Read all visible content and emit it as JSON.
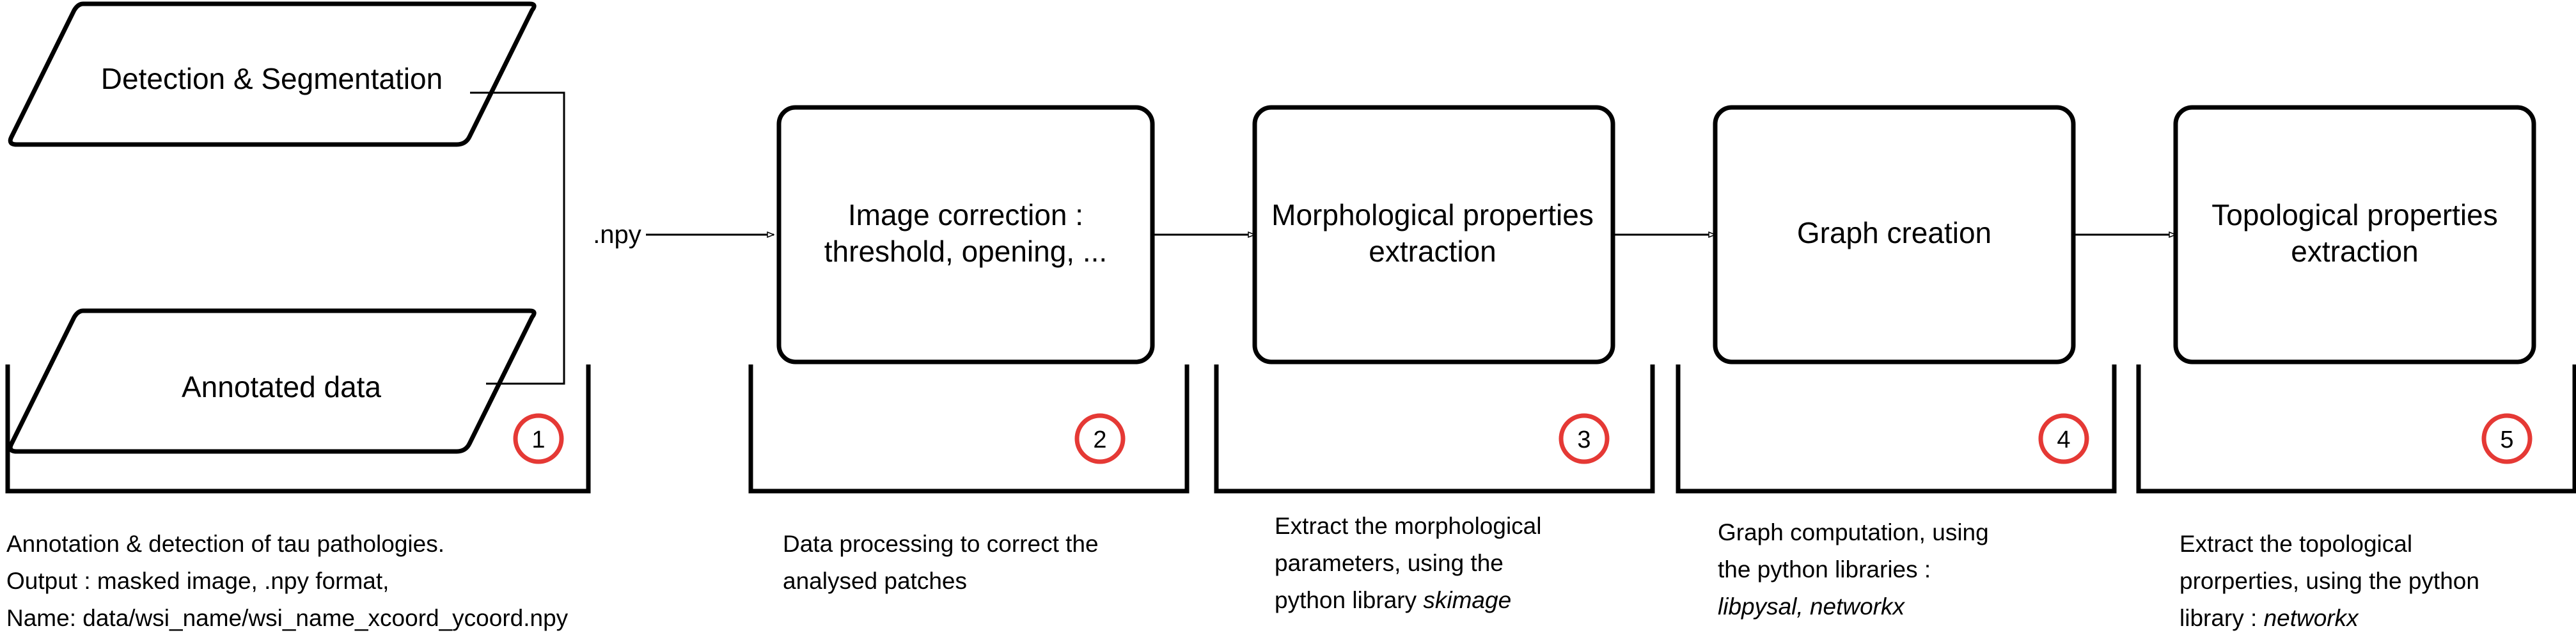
{
  "inputs": {
    "detection": "Detection & Segmentation",
    "annotated": "Annotated data"
  },
  "edge_label": ".npy",
  "steps": [
    {
      "number": "1",
      "lines": [],
      "desc": [
        {
          "text": "Annotation & detection of tau pathologies."
        },
        {
          "text": "Output : masked image, .npy format,"
        },
        {
          "text": "Name: data/wsi_name/wsi_name_xcoord_ycoord.npy"
        }
      ]
    },
    {
      "number": "2",
      "lines": [
        "Image correction :",
        "threshold, opening, ..."
      ],
      "desc": [
        {
          "text": "Data processing to correct the"
        },
        {
          "text": "analysed patches"
        }
      ]
    },
    {
      "number": "3",
      "lines": [
        "Morphological properties",
        "extraction"
      ],
      "desc": [
        {
          "text": "Extract the morphological"
        },
        {
          "text": "parameters, using the"
        },
        {
          "text": "python library ",
          "italic": "skimage"
        }
      ]
    },
    {
      "number": "4",
      "lines": [
        "Graph creation"
      ],
      "desc": [
        {
          "text": "Graph computation, using"
        },
        {
          "text": "the python libraries :"
        },
        {
          "text": "",
          "italic": "libpysal, networkx"
        }
      ]
    },
    {
      "number": "5",
      "lines": [
        "Topological properties",
        "extraction"
      ],
      "desc": [
        {
          "text": "Extract the topological"
        },
        {
          "text": "prorperties, using the python"
        },
        {
          "text": "library : ",
          "italic": "networkx"
        }
      ]
    }
  ],
  "colors": {
    "stroke": "#000000",
    "badge": "#e53935",
    "background": "#ffffff"
  }
}
